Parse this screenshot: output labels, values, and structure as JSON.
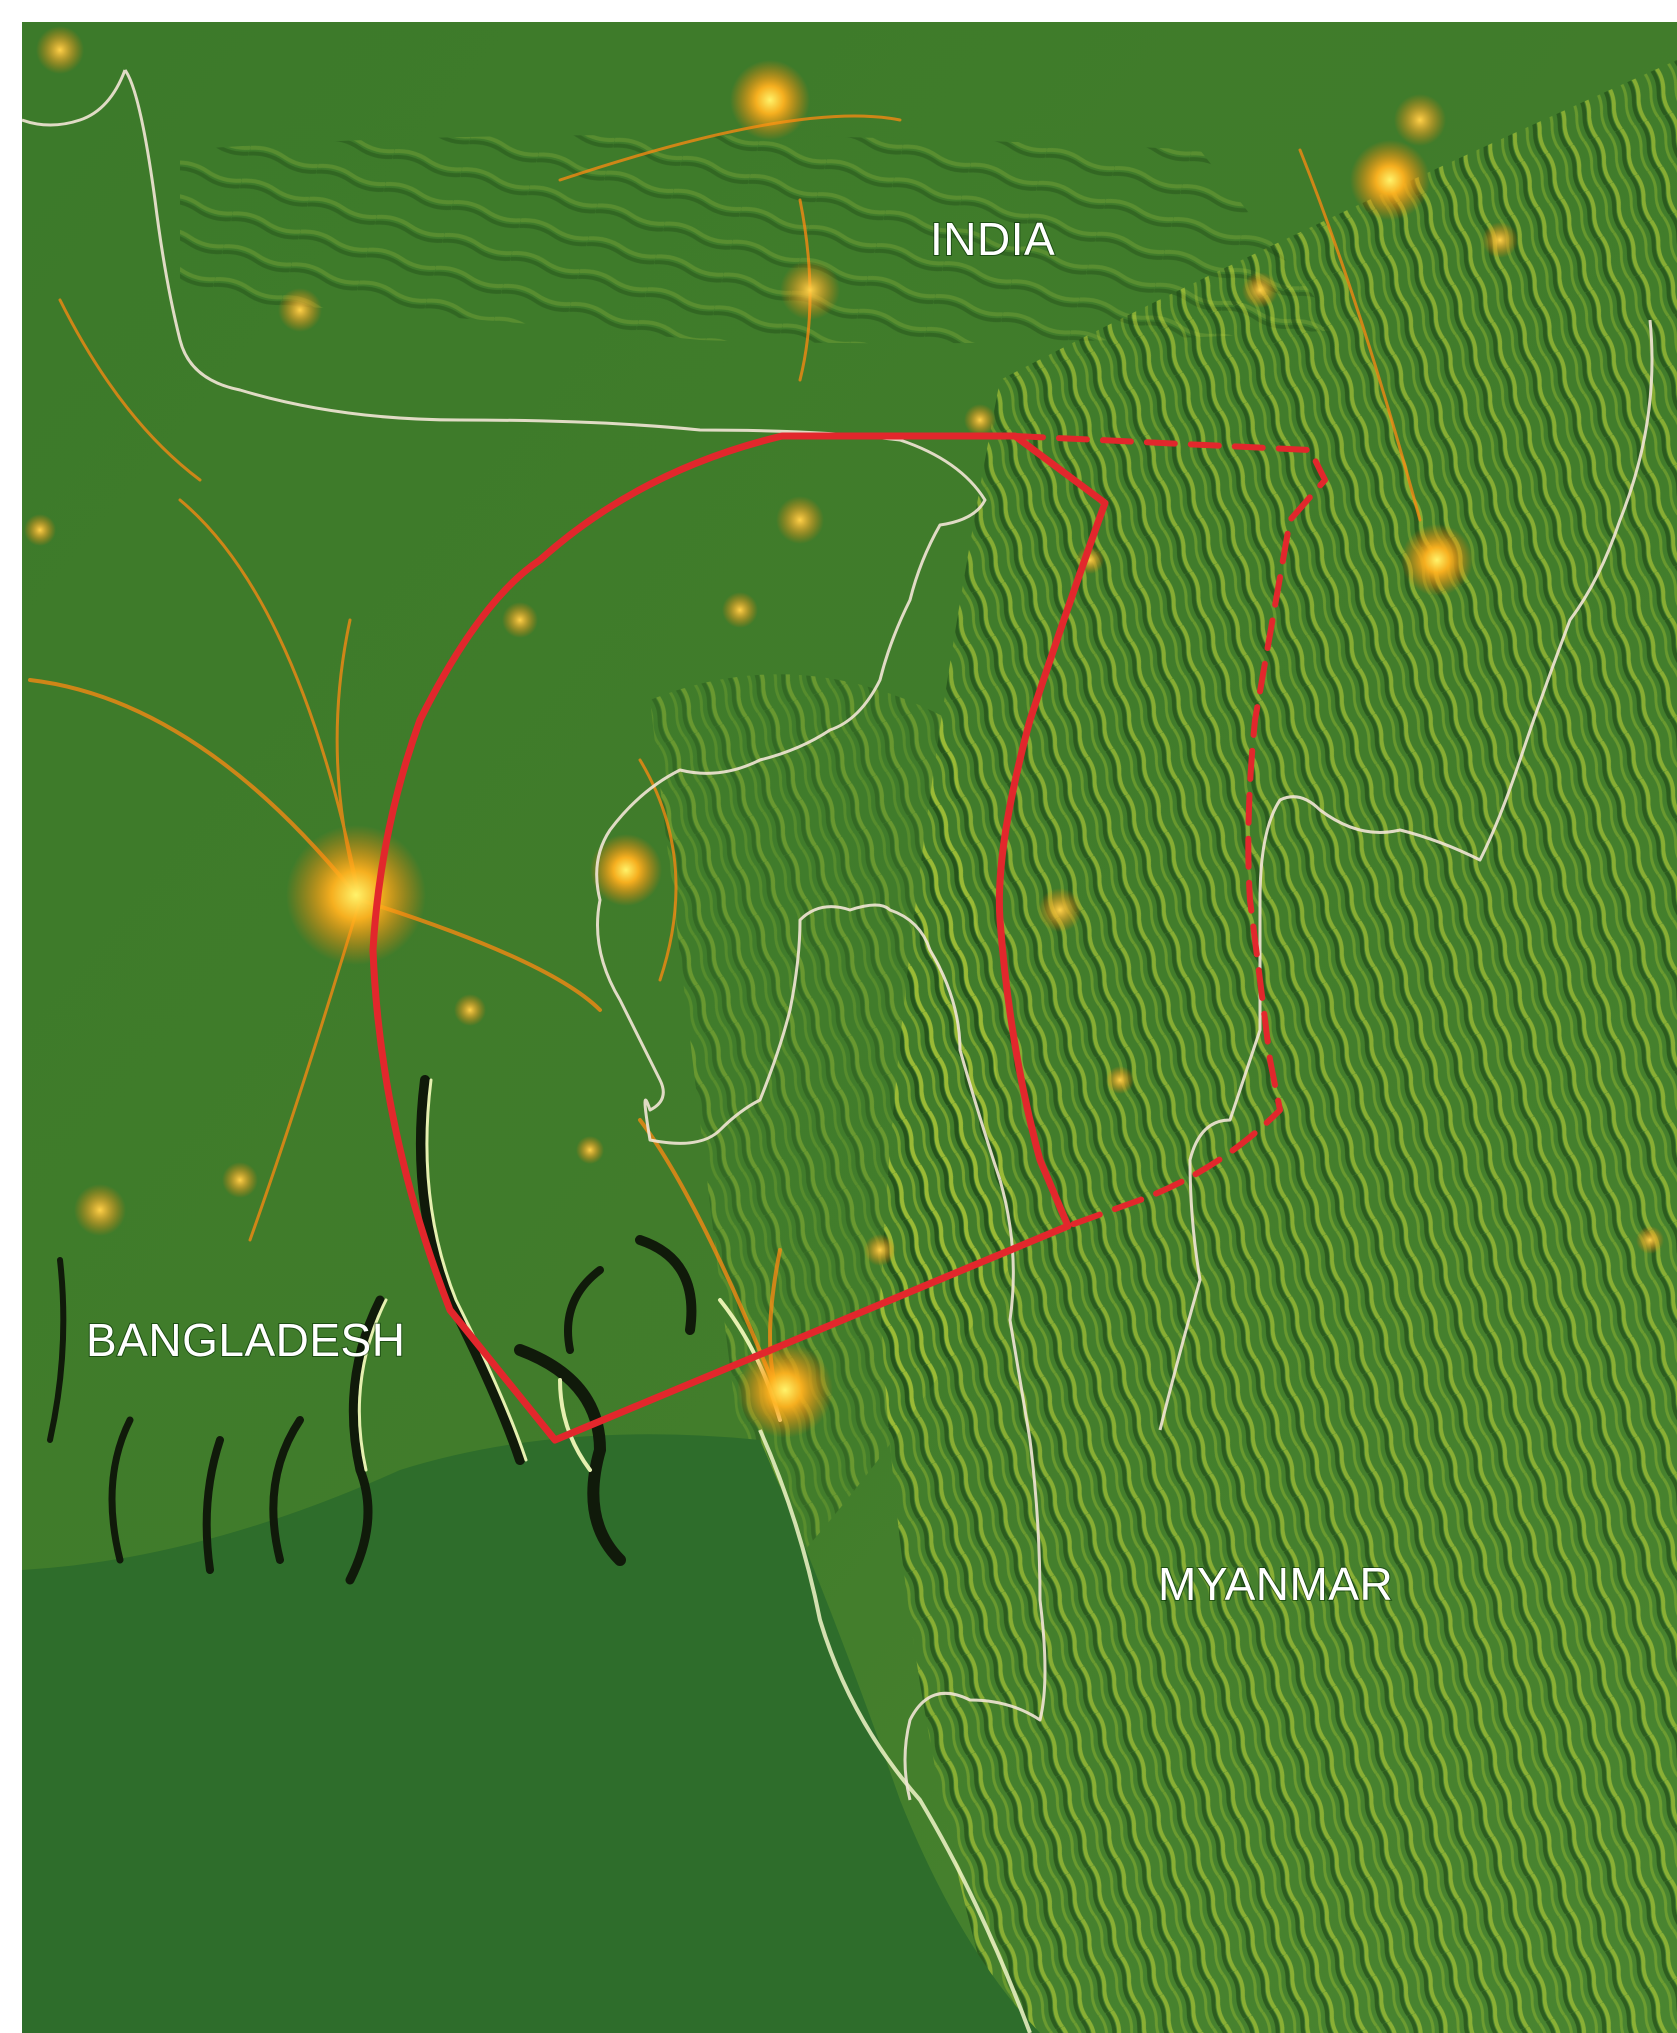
{
  "map": {
    "labels": {
      "india": "INDIA",
      "bangladesh": "BANGLADESH",
      "myanmar": "MYANMAR"
    },
    "colors": {
      "land": "#3f7a2a",
      "sea": "#2f6b2a",
      "lights": "#ff9a1a",
      "lights_core": "#ffe45a",
      "border": "#f2e6d6",
      "highlight": "#e2272c",
      "ridge_light": "#c6d93a",
      "ridge_dark": "#1f4a17"
    },
    "style": {
      "highlight_line": [
        "solid",
        "dashed"
      ],
      "basemap": "night lights over shaded relief"
    }
  }
}
